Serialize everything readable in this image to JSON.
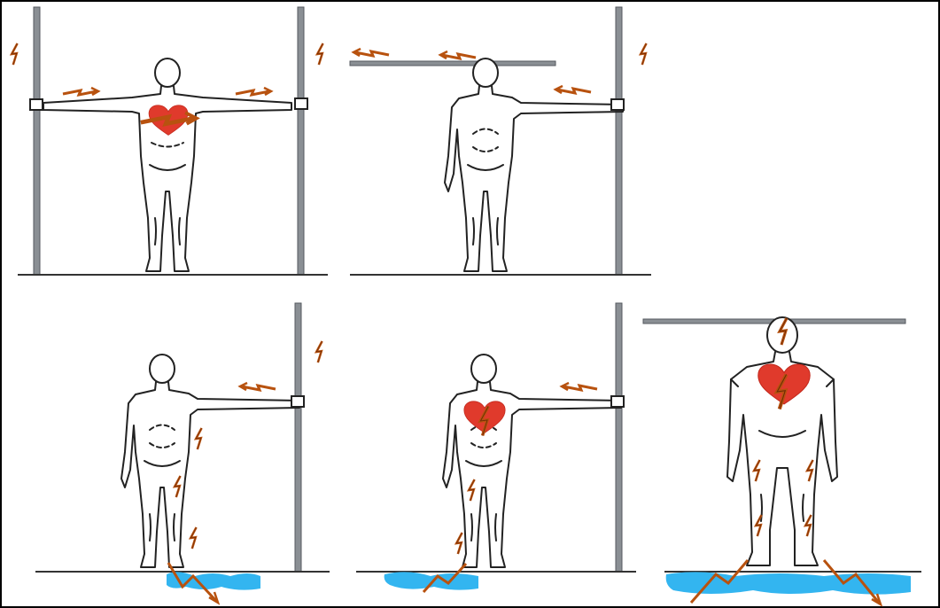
{
  "figure": {
    "panels": [
      {
        "id": "panel-1",
        "heart": true,
        "water": false,
        "bar": false,
        "poles": 2,
        "arm_contact": "both"
      },
      {
        "id": "panel-2",
        "heart": false,
        "water": false,
        "bar": true,
        "poles": 1,
        "arm_contact": "right"
      },
      {
        "id": "panel-3",
        "heart": false,
        "water": true,
        "bar": false,
        "poles": 1,
        "arm_contact": "right"
      },
      {
        "id": "panel-4",
        "heart": true,
        "water": true,
        "bar": false,
        "poles": 1,
        "arm_contact": "right"
      },
      {
        "id": "panel-5",
        "heart": true,
        "water": true,
        "bar": true,
        "poles": 0,
        "arm_contact": "none"
      }
    ],
    "colors": {
      "outline": "#222222",
      "pole": "#8a8f94",
      "pole_edge": "#555a5f",
      "heart": "#e03a2c",
      "spark": "#b8520f",
      "spark_dark": "#6b2a06",
      "water": "#33b5f0",
      "border": "#000000"
    }
  }
}
